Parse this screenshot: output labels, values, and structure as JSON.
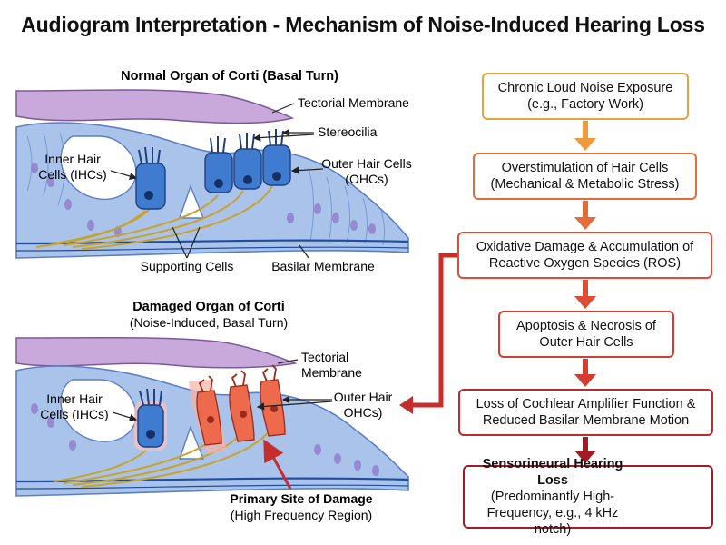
{
  "title": "Audiogram Interpretation - Mechanism of Noise-Induced Hearing Loss",
  "normal": {
    "heading": "Normal Organ of Corti (Basal Turn)",
    "labels": {
      "tectorial": "Tectorial Membrane",
      "stereocilia": "Stereocilia",
      "ihc_1": "Inner Hair",
      "ihc_2": "Cells (IHCs)",
      "ohc_1": "Outer Hair Cells",
      "ohc_2": "(OHCs)",
      "supporting": "Supporting Cells",
      "basilar": "Basilar Membrane"
    }
  },
  "damaged": {
    "heading_1": "Damaged Organ of Corti",
    "heading_2": "(Noise-Induced, Basal Turn)",
    "labels": {
      "tectorial_1": "Tectorial",
      "tectorial_2": "Membrane",
      "ihc_1": "Inner Hair",
      "ihc_2": "Cells (IHCs)",
      "ohc_1": "Outer Hair",
      "ohc_2": "OHCs)",
      "site_1": "Primary Site of Damage",
      "site_2": "(High Frequency Region)"
    }
  },
  "flow": [
    {
      "line1": "Chronic Loud Noise Exposure",
      "line2": "(e.g., Factory Work)",
      "color": "#e7a43c"
    },
    {
      "line1": "Overstimulation of Hair Cells",
      "line2": "(Mechanical & Metabolic Stress)",
      "color": "#e46c3a"
    },
    {
      "line1": "Oxidative Damage & Accumulation of",
      "line2": "Reactive Oxygen Species (ROS)",
      "color": "#dc4d35"
    },
    {
      "line1": "Apoptosis & Necrosis of",
      "line2": "Outer Hair Cells",
      "color": "#d23d30"
    },
    {
      "line1": "Loss of Cochlear Amplifier Function &",
      "line2": "Reduced Basilar Membrane Motion",
      "color": "#bd2a2a"
    },
    {
      "line1": "Sensorineural Hearing Loss",
      "line2": "(Predominantly High-",
      "line3": "Frequency, e.g., 4 kHz notch)",
      "color": "#a01d26"
    }
  ],
  "colors": {
    "tectorial": "#c9a9dc",
    "tissue": "#a9c3ea",
    "cell_outline": "#5b7fc0",
    "hair_cell": "#3f7ccf",
    "nerve": "#c9a22a",
    "damaged_cell": "#ee6a4c",
    "arrow_orange": "#ef9a3a",
    "arrow_red": "#c62d2d",
    "basilar": "#1f4f9c"
  }
}
